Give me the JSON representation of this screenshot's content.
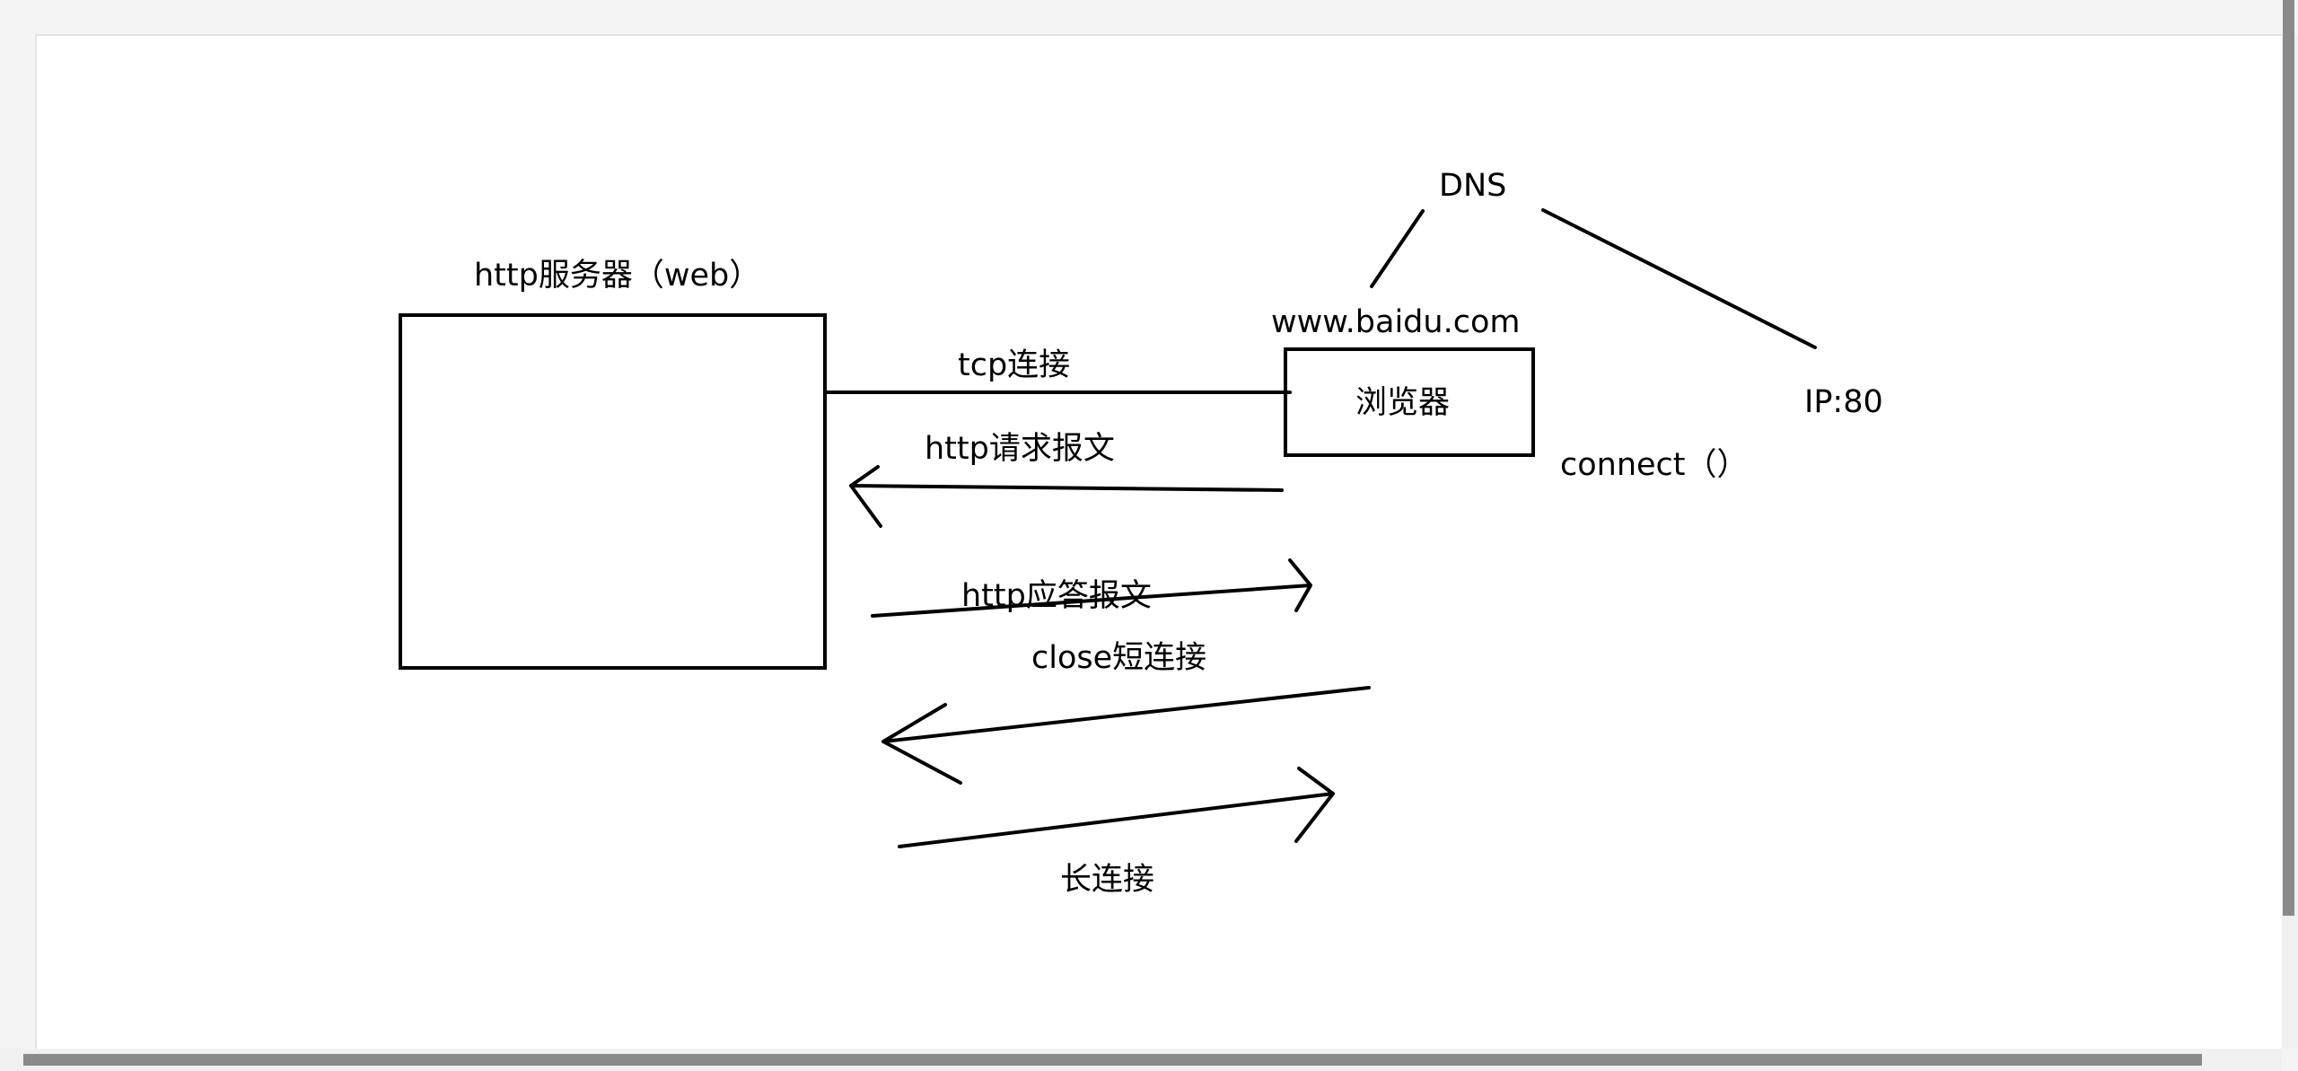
{
  "diagram": {
    "server_label": "http服务器（web）",
    "browser_label": "浏览器",
    "url_label": "www.baidu.com",
    "dns_label": "DNS",
    "ip_label": "IP:80",
    "connect_label": "connect（）",
    "tcp_label": "tcp连接",
    "request_label": "http请求报文",
    "response_label": "http应答报文",
    "close_label": "close短连接",
    "keepalive_label": "长连接"
  },
  "colors": {
    "ink": "#000000",
    "canvas": "#ffffff",
    "background": "#f4f4f4",
    "scrollbar_thumb": "#8a8a8a"
  }
}
